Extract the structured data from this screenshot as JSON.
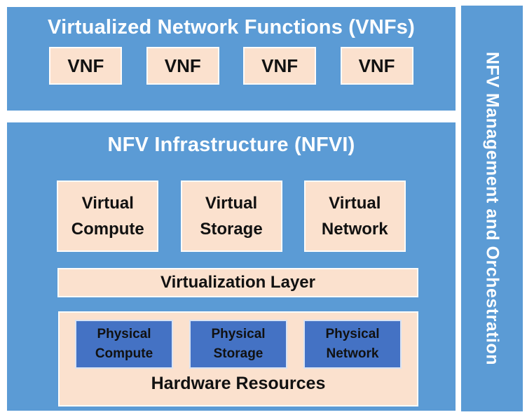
{
  "colors": {
    "page_bg": "#ffffff",
    "panel_blue": "#5b9bd5",
    "box_peach": "#fbe1ce",
    "box_dark_blue": "#4472c4",
    "title_text": "#ffffff",
    "box_text": "#111111"
  },
  "vnf_section": {
    "title": "Virtualized Network Functions (VNFs)",
    "boxes": [
      "VNF",
      "VNF",
      "VNF",
      "VNF"
    ]
  },
  "nfvi_section": {
    "title": "NFV Infrastructure (NFVI)",
    "virtual_boxes": [
      {
        "line1": "Virtual",
        "line2": "Compute"
      },
      {
        "line1": "Virtual",
        "line2": "Storage"
      },
      {
        "line1": "Virtual",
        "line2": "Network"
      }
    ],
    "virtualization_layer": "Virtualization Layer",
    "hardware": {
      "label": "Hardware Resources",
      "physical_boxes": [
        {
          "line1": "Physical",
          "line2": "Compute"
        },
        {
          "line1": "Physical",
          "line2": "Storage"
        },
        {
          "line1": "Physical",
          "line2": "Network"
        }
      ]
    }
  },
  "management_bar": {
    "label": "NFV Management and Orchestration"
  }
}
